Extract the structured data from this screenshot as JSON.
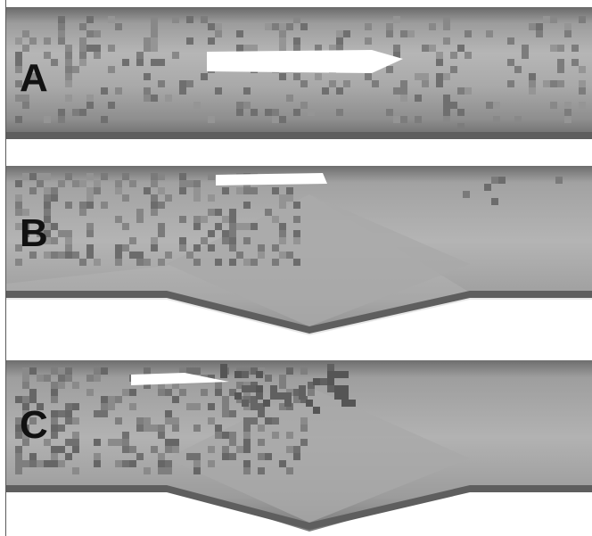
{
  "figure": {
    "panels": [
      {
        "label": "A"
      },
      {
        "label": "B"
      },
      {
        "label": "C"
      }
    ]
  },
  "colors": {
    "vessel_dark": "#6e6e6e",
    "vessel_mid": "#9a9a9a",
    "vessel_light": "#b8b8b8",
    "particle": "#7a7a7a",
    "graft": "#a8a8a8",
    "background": "#ffffff"
  }
}
